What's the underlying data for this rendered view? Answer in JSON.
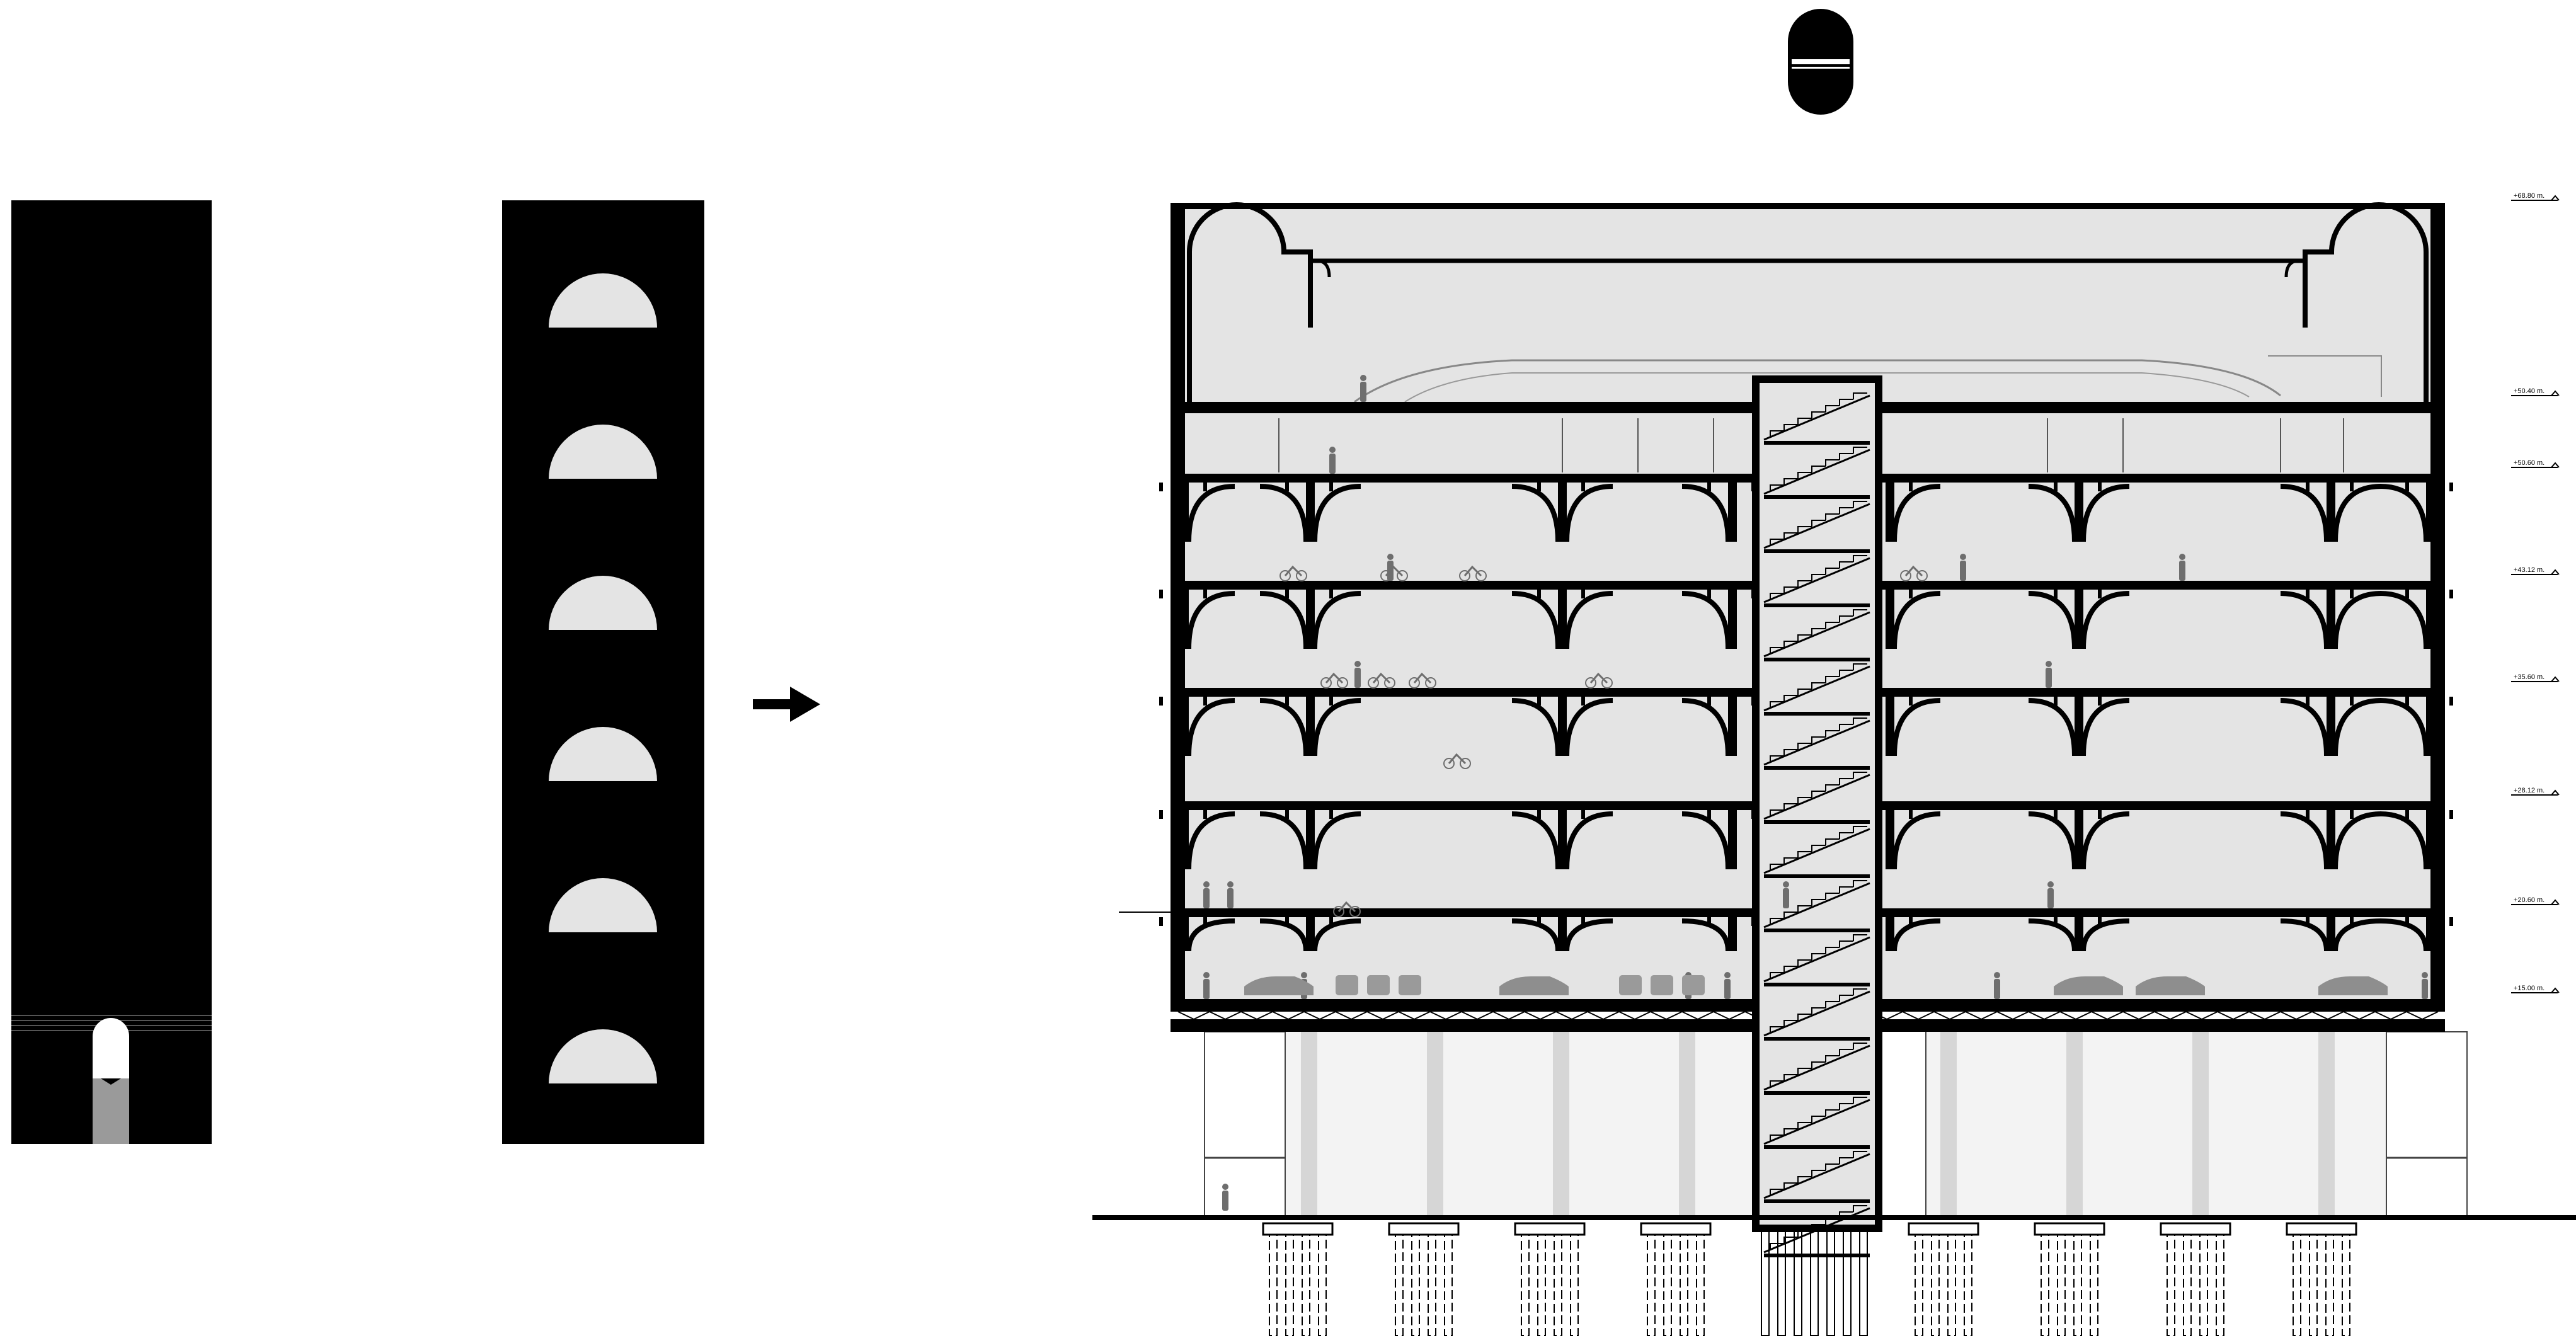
{
  "diagram": {
    "transformation_arrow_icon": "right-arrow-icon",
    "capsule_symbol_icon": "capsule-symbol-icon",
    "left_caption": "",
    "level_markers": [
      {
        "label": "+68.80 m."
      },
      {
        "label": "+50.40 m."
      },
      {
        "label": "+50.60 m."
      },
      {
        "label": "+43.12 m."
      },
      {
        "label": "+35.60 m."
      },
      {
        "label": "+28.12 m."
      },
      {
        "label": "+20.60 m."
      },
      {
        "label": "+15.00 m."
      }
    ]
  },
  "colors": {
    "solid": "#000000",
    "interior": "#e4e4e4",
    "light": "#f3f3f3",
    "column": "#d6d6d6",
    "figures": "#6e6e6e"
  }
}
